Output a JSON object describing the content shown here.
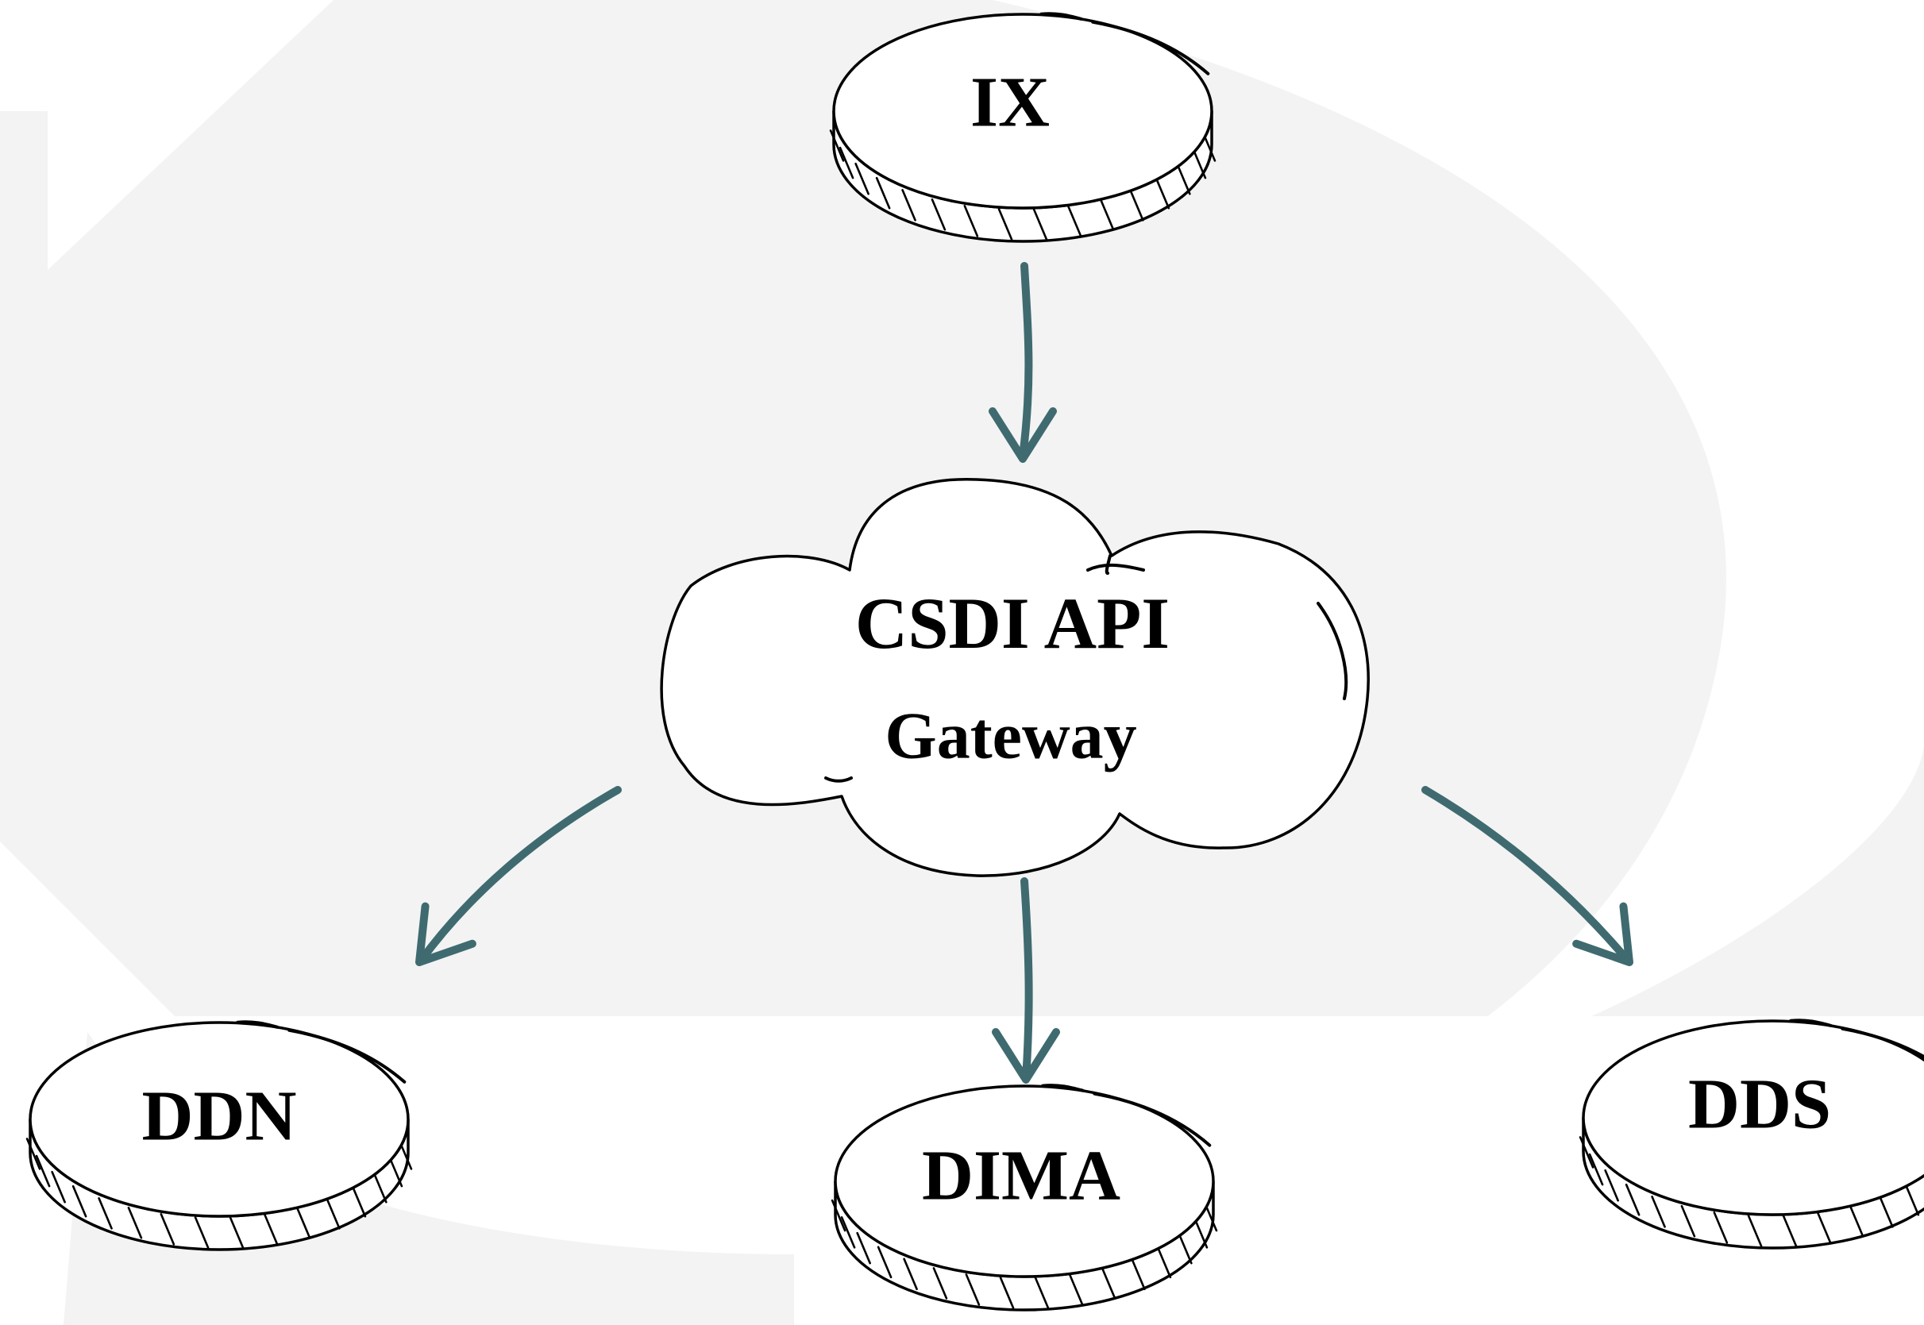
{
  "nodes": {
    "ix": {
      "label": "IX"
    },
    "gateway": {
      "line1": "CSDI API",
      "line2": "Gateway"
    },
    "ddn": {
      "label": "DDN"
    },
    "dima": {
      "label": "DIMA"
    },
    "dds": {
      "label": "DDS"
    }
  },
  "colors": {
    "arrow": "#3f6b70",
    "background": "#f3f3f3",
    "node_fill": "#ffffff",
    "outline": "#000000"
  }
}
